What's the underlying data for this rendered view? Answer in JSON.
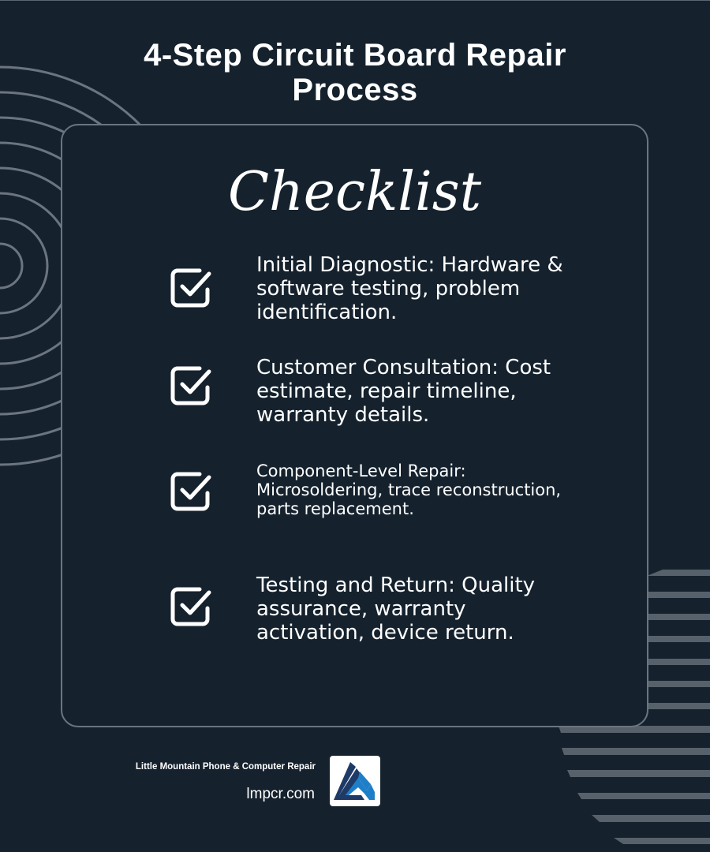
{
  "page": {
    "title": "4-Step Circuit Board Repair Process",
    "title_lines": [
      "4-Step Circuit Board Repair",
      "Process"
    ]
  },
  "card": {
    "heading": "Checklist",
    "items": [
      {
        "icon": "checkbox-checked-icon",
        "text": "Initial Diagnostic: Hardware & software testing, problem identification."
      },
      {
        "icon": "checkbox-checked-icon",
        "text": "Customer Consultation: Cost estimate, repair timeline, warranty details."
      },
      {
        "icon": "checkbox-checked-icon",
        "text": "Component-Level Repair: Microsoldering, trace reconstruction, parts replacement."
      },
      {
        "icon": "checkbox-checked-icon",
        "text": "Testing and Return: Quality assurance, warranty activation, device return."
      }
    ]
  },
  "footer": {
    "company_name": "Little Mountain Phone & Computer Repair",
    "url": "lmpcr.com",
    "logo_icon": "mountain-logo-icon"
  },
  "colors": {
    "background": "#15222e",
    "card_border": "#6b7580",
    "decor_lines": "#6b7580",
    "decor_stripes": "#56616b",
    "text": "#ffffff",
    "logo_dark_blue": "#1f3a66",
    "logo_light_blue": "#1e7fc8"
  }
}
